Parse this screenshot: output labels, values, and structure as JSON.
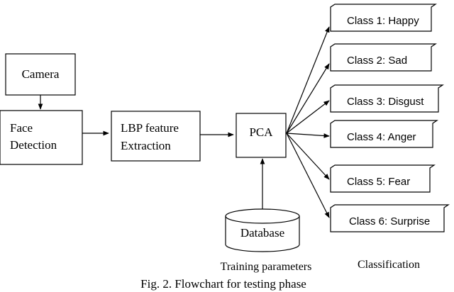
{
  "nodes": {
    "camera": {
      "label": "Camera"
    },
    "face_detection": {
      "line1": "Face",
      "line2": "Detection"
    },
    "lbp": {
      "line1": "LBP feature",
      "line2": "Extraction"
    },
    "pca": {
      "label": "PCA"
    },
    "database": {
      "label": "Database"
    }
  },
  "classes": [
    {
      "label": "Class 1: Happy"
    },
    {
      "label": "Class 2: Sad"
    },
    {
      "label": "Class 3: Disgust"
    },
    {
      "label": "Class 4: Anger"
    },
    {
      "label": "Class 5: Fear"
    },
    {
      "label": "Class 6: Surprise"
    }
  ],
  "labels": {
    "training_parameters": "Training parameters",
    "classification": "Classification"
  },
  "caption": "Fig.  2. Flowchart for testing phase"
}
